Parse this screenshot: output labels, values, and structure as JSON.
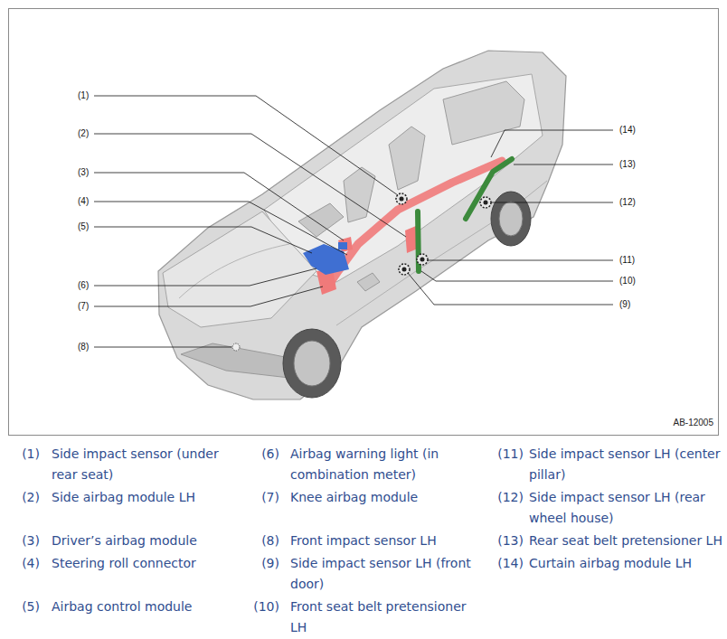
{
  "diagram": {
    "labels": [
      "(1)",
      "(2)",
      "(3)",
      "(4)",
      "(5)",
      "(6)",
      "(7)",
      "(8)",
      "(9)",
      "(10)",
      "(11)",
      "(12)",
      "(13)",
      "(14)",
      "AB-12005",
      "(1)",
      "Side impact sensor (under rear seat)",
      "(2)",
      "Side airbag module LH",
      "(3)",
      "Driver’s airbag module",
      "(4)",
      "Steering roll connector",
      "(5)",
      "Airbag control module",
      "(6)",
      "Airbag warning light (in combination meter)",
      "(7)",
      "Knee airbag module",
      "(8)",
      "Front impact sensor LH",
      "(9)",
      "Side impact sensor LH (front door)",
      "(10)",
      "Front seat belt pretensioner LH",
      "(11)",
      "Side impact sensor LH (center pillar)",
      "(12)",
      "Side impact sensor LH (rear wheel house)",
      "(13)",
      "Rear seat belt pretensioner LH",
      "(14)",
      "Curtain airbag module LH"
    ]
  }
}
